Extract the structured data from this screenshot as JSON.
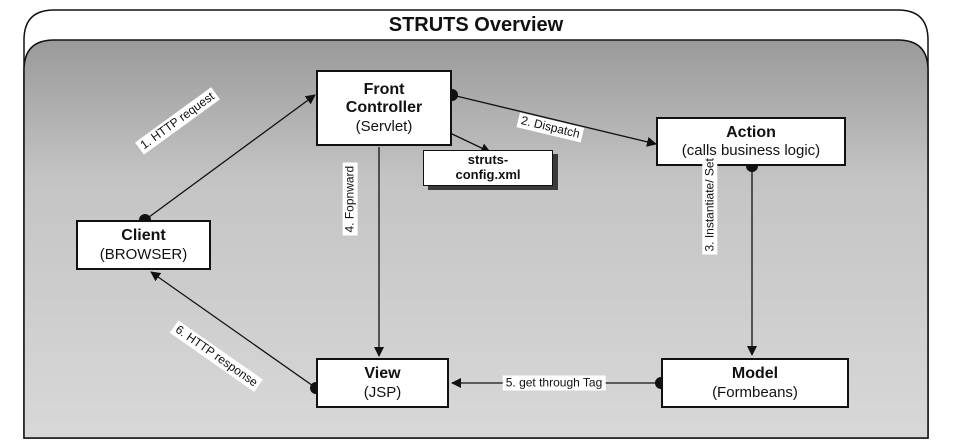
{
  "title": "STRUTS  Overview",
  "nodes": {
    "front_controller": {
      "title_line1": "Front",
      "title_line2": "Controller",
      "sub": "(Servlet)"
    },
    "config": {
      "line1": "struts-",
      "line2": "config.xml"
    },
    "action": {
      "title": "Action",
      "sub": "(calls business logic)"
    },
    "client": {
      "title": "Client",
      "sub": "(BROWSER)"
    },
    "view": {
      "title": "View",
      "sub": "(JSP)"
    },
    "model": {
      "title": "Model",
      "sub": "(Formbeans)"
    }
  },
  "edges": {
    "http_request": "1. HTTP request",
    "dispatch": "2. Dispatch",
    "instantiate": "3. Instantiate/ Set",
    "forward": "4. Fopnward",
    "get_through_tag": "5. get through Tag",
    "http_response": "6. HTTP response"
  },
  "colors": {
    "panel": "#c8c8c8",
    "line": "#111111",
    "box": "#ffffff"
  }
}
